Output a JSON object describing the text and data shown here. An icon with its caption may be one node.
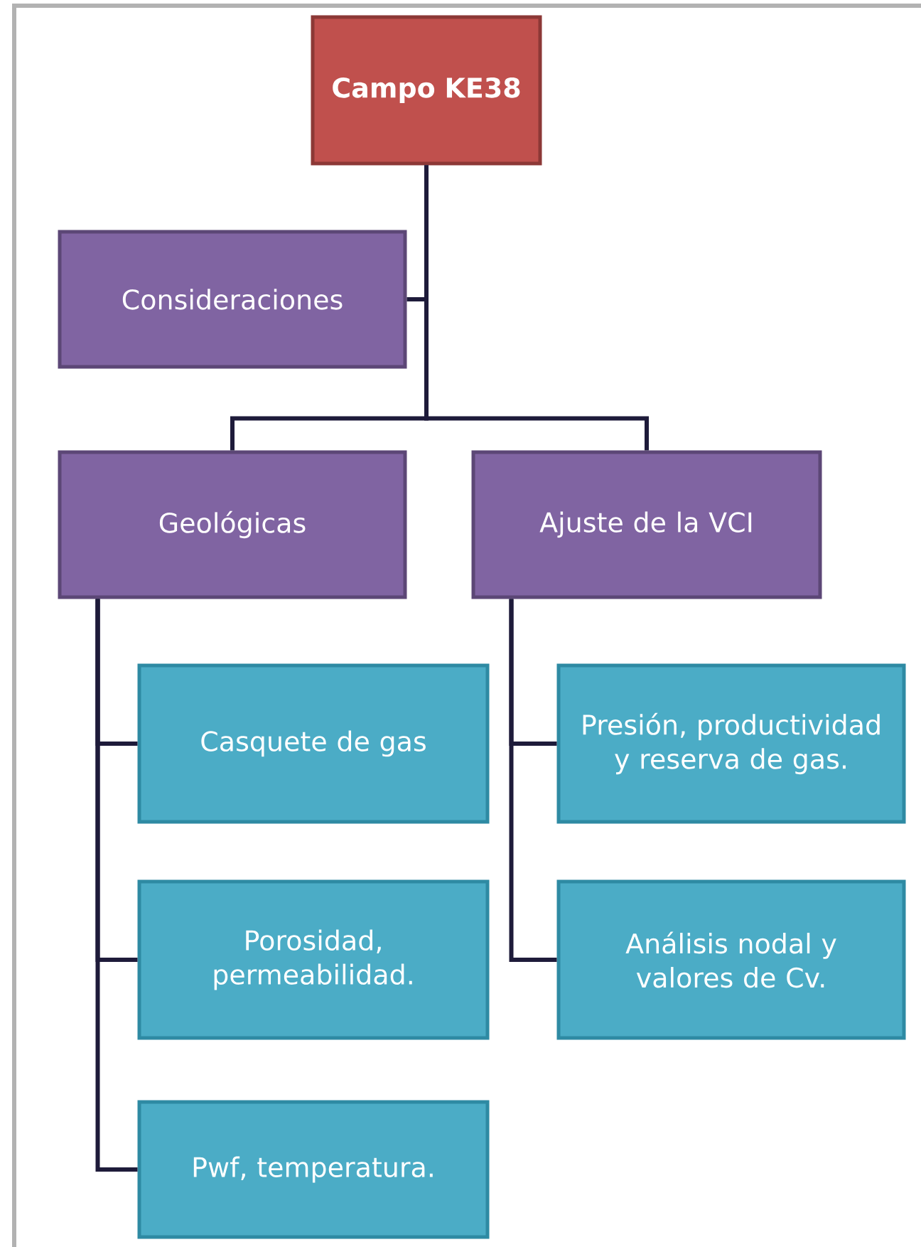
{
  "diagram": {
    "nodes": [
      {
        "text": [
          "Campo KE38"
        ]
      },
      {
        "text": [
          "Consideraciones"
        ]
      },
      {
        "text": [
          "Geológicas"
        ]
      },
      {
        "text": [
          "Ajuste de la VCI"
        ]
      },
      {
        "text": [
          "Casquete de gas"
        ]
      },
      {
        "text": [
          "Porosidad, permeabilidad."
        ]
      },
      {
        "text": [
          "Pwf, temperatura."
        ]
      },
      {
        "text": [
          "Presión, productividad y reserva de gas."
        ]
      },
      {
        "text": [
          "Análisis nodal y valores de Cv."
        ]
      }
    ],
    "edges": [
      {
        "from": 0,
        "to": 1,
        "arrow": "none"
      },
      {
        "from": 0,
        "to": 2,
        "arrow": "none"
      },
      {
        "from": 0,
        "to": 3,
        "arrow": "none"
      },
      {
        "from": 2,
        "to": 4,
        "arrow": "none"
      },
      {
        "from": 2,
        "to": 5,
        "arrow": "none"
      },
      {
        "from": 2,
        "to": 6,
        "arrow": "none"
      },
      {
        "from": 3,
        "to": 7,
        "arrow": "none"
      },
      {
        "from": 3,
        "to": 8,
        "arrow": "none"
      }
    ]
  }
}
